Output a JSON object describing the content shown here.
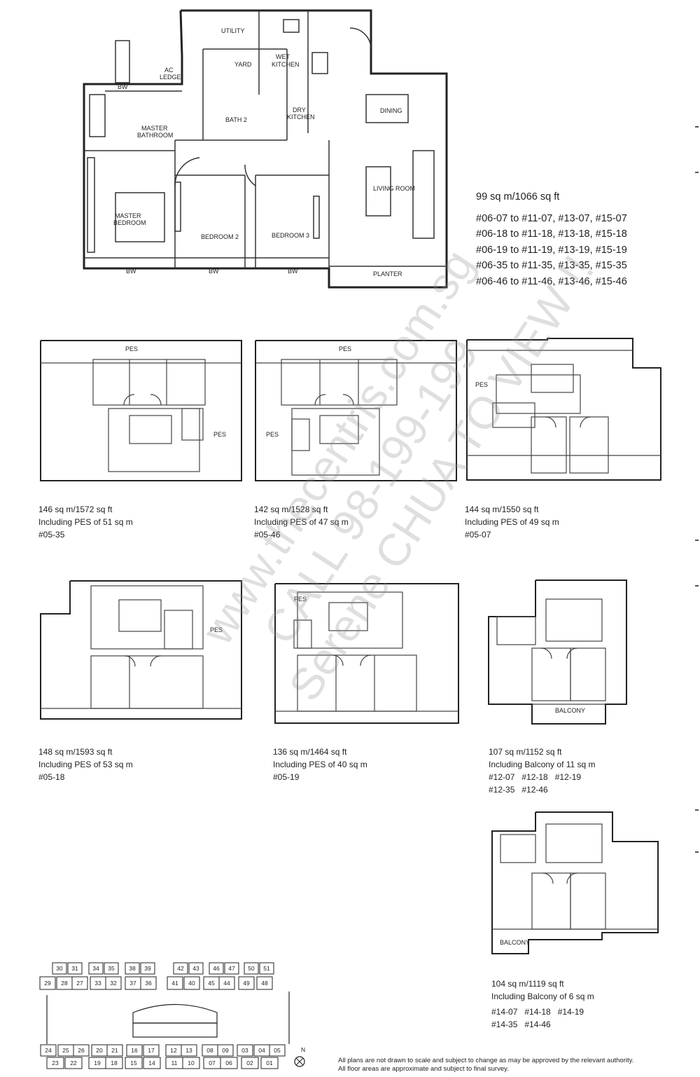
{
  "main_plan": {
    "rooms": {
      "utility": "UTILITY",
      "yard": "YARD",
      "wet_kitchen": [
        "WET",
        "KITCHEN"
      ],
      "ac_ledge": [
        "AC",
        "LEDGE"
      ],
      "bw_top": "BW",
      "master_bathroom": [
        "MASTER",
        "BATHROOM"
      ],
      "bath2": "BATH 2",
      "dry_kitchen": [
        "DRY",
        "KITCHEN"
      ],
      "dining": "DINING",
      "living_room": "LIVING ROOM",
      "master_bedroom": [
        "MASTER",
        "BEDROOM"
      ],
      "bedroom2": "BEDROOM 2",
      "bedroom3": "BEDROOM 3",
      "bw1": "BW",
      "bw2": "BW",
      "bw3": "BW",
      "planter": "PLANTER"
    },
    "area": "99 sq m/1066 sq ft",
    "units": [
      "#06-07 to #11-07, #13-07, #15-07",
      "#06-18  to #11-18, #13-18, #15-18",
      "#06-19  to #11-19, #13-19, #15-19",
      "#06-35 to #11-35, #13-35, #15-35",
      "#06-46 to #11-46, #13-46, #15-46"
    ]
  },
  "variants": [
    {
      "id": "v1",
      "area": "146 sq m/1572 sq ft",
      "extra": "Including PES of 51 sq m",
      "units": [
        "#05-35"
      ],
      "labels": [
        "PES",
        "PES"
      ]
    },
    {
      "id": "v2",
      "area": "142 sq m/1528 sq ft",
      "extra": "Including PES of 47 sq m",
      "units": [
        "#05-46"
      ],
      "labels": [
        "PES",
        "PES"
      ]
    },
    {
      "id": "v3",
      "area": "144 sq m/1550 sq ft",
      "extra": "Including PES of 49 sq m",
      "units": [
        "#05-07"
      ],
      "labels": [
        "PES"
      ]
    },
    {
      "id": "v4",
      "area": "148 sq m/1593 sq ft",
      "extra": "Including PES of 53 sq m",
      "units": [
        "#05-18"
      ],
      "labels": [
        "PES"
      ]
    },
    {
      "id": "v5",
      "area": "136 sq m/1464 sq ft",
      "extra": "Including PES of 40 sq m",
      "units": [
        "#05-19"
      ],
      "labels": [
        "PES"
      ]
    },
    {
      "id": "v6",
      "area": "107 sq m/1152 sq ft",
      "extra": "Including Balcony of 11 sq m",
      "units": [
        "#12-07   #12-18   #12-19",
        "#12-35   #12-46"
      ],
      "labels": [
        "BALCONY"
      ]
    },
    {
      "id": "v7",
      "area": "104 sq m/1119 sq ft",
      "extra": "Including Balcony of 6 sq m",
      "units": [
        "#14-07   #14-18   #14-19",
        "#14-35   #14-46"
      ],
      "labels": [
        "BALCONY"
      ]
    }
  ],
  "keyplan": {
    "top_row": [
      "30",
      "31",
      "34",
      "35",
      "38",
      "39",
      "42",
      "43",
      "46",
      "47",
      "50",
      "51"
    ],
    "second_row": [
      "29",
      "28",
      "27",
      "33",
      "32",
      "37",
      "36",
      "41",
      "40",
      "45",
      "44",
      "49",
      "48"
    ],
    "bottom_top": [
      "24",
      "25",
      "26",
      "20",
      "21",
      "16",
      "17",
      "12",
      "13",
      "08",
      "09",
      "03",
      "04",
      "05"
    ],
    "bottom_low": [
      "23",
      "22",
      "19",
      "18",
      "15",
      "14",
      "11",
      "10",
      "07",
      "06",
      "02",
      "01"
    ],
    "north": "N"
  },
  "watermark": [
    "www.thecentris.com.sg",
    "CALL 98-199-199",
    "Serene CHUA TO VIEW !!"
  ],
  "footnote": [
    "All plans are not drawn to scale and subject to change as may be approved by the relevant authority.",
    "All floor areas are approximate and subject to final survey."
  ]
}
